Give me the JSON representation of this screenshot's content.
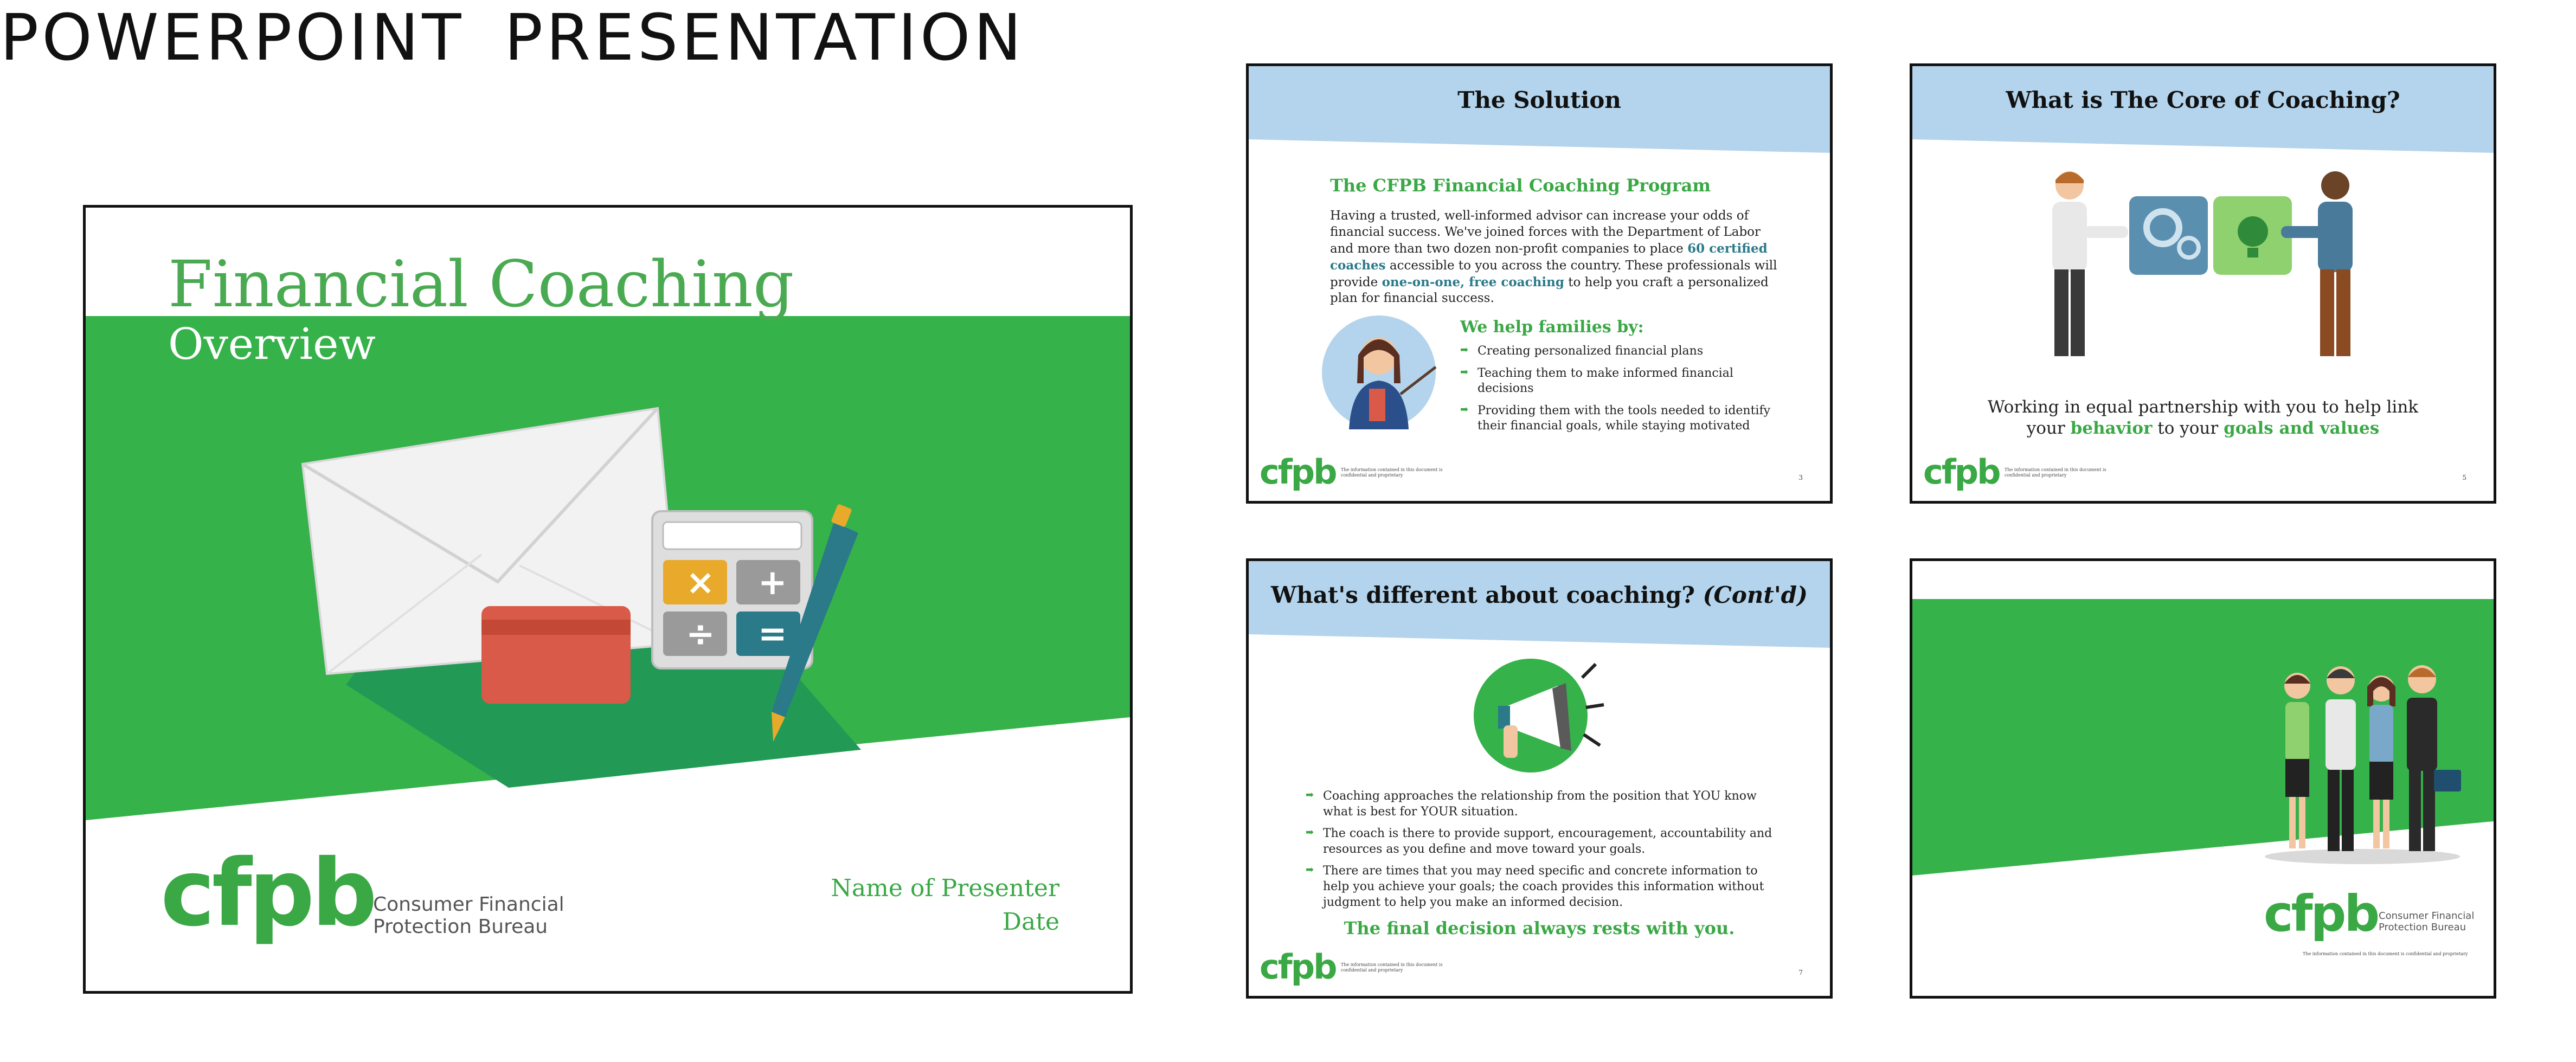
{
  "page": {
    "heading": "POWERPOINT  PRESENTATION"
  },
  "main_slide": {
    "title": "Financial Coaching",
    "subtitle": "Overview",
    "logo": "cfpb",
    "bureau_line1": "Consumer Financial",
    "bureau_line2": "Protection Bureau",
    "presenter": "Name of Presenter",
    "date": "Date",
    "calc_keys": [
      "×",
      "+",
      "÷",
      "="
    ]
  },
  "slide_solution": {
    "title": "The Solution",
    "section_heading": "The CFPB Financial Coaching Program",
    "para_1": "Having a trusted, well-informed advisor can increase your odds of financial success. We've joined forces with the Department of Labor and more than two dozen non-profit companies to place ",
    "para_highlight_1": "60 certified coaches",
    "para_2": " accessible to you across the country. These professionals will provide ",
    "para_highlight_2": "one-on-one, free coaching",
    "para_3": " to help you craft a personalized plan for financial success.",
    "help_heading": "We help families by:",
    "bullets": [
      "Creating personalized financial plans",
      "Teaching them to make informed financial decisions",
      "Providing them with the tools needed to identify their financial goals, while staying motivated"
    ],
    "logo": "cfpb",
    "footnote": "The information contained in this document is confidential and proprietary",
    "page_number": "3"
  },
  "slide_core": {
    "title": "What is The Core of Coaching?",
    "caption_1": "Working in equal partnership with you to help link",
    "caption_2a": "your ",
    "caption_b1": "behavior",
    "caption_2b": " to your ",
    "caption_b2": "goals and values",
    "logo": "cfpb",
    "footnote": "The information contained in this document is confidential and proprietary",
    "page_number": "5"
  },
  "slide_different": {
    "title": "What's different about coaching?",
    "title_italic": "(Cont'd)",
    "bullets": [
      "Coaching approaches the relationship from the position that YOU know what is best for YOUR situation.",
      "The coach is there to provide support, encouragement, accountability and resources as you define and move toward your goals.",
      "There are times that you may need specific and concrete information to help you achieve your goals; the coach provides this information without judgment to help you make an informed decision."
    ],
    "closing": "The final decision always rests with you.",
    "logo": "cfpb",
    "footnote": "The information contained in this document is confidential and proprietary",
    "page_number": "7"
  },
  "slide_closing": {
    "logo": "cfpb",
    "bureau_line1": "Consumer Financial",
    "bureau_line2": "Protection Bureau",
    "footnote": "The information contained in this document is confidential and proprietary"
  },
  "colors": {
    "green": "#3aa845",
    "dark_green": "#229a55",
    "light_blue": "#b3d4ec",
    "teal": "#2a7a8a"
  }
}
